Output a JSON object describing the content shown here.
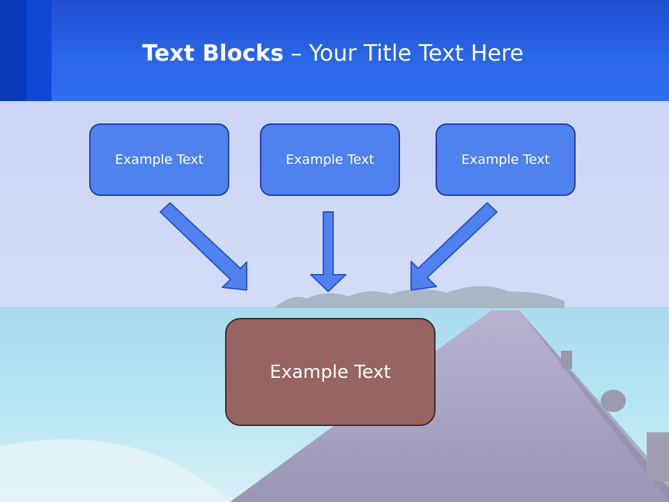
{
  "title": {
    "bold": "Text Blocks",
    "dash": " – ",
    "rest": "Your Title Text Here"
  },
  "blocks": [
    {
      "label": "Example Text"
    },
    {
      "label": "Example Text"
    },
    {
      "label": "Example Text"
    }
  ],
  "result": {
    "label": "Example Text"
  },
  "colors": {
    "header": "#2a67e8",
    "block_fill": "#4f82ef",
    "block_border": "#1a3fa8",
    "result_fill": "#986461",
    "arrow_fill": "#4f82ef",
    "arrow_stroke": "#2a55c8"
  }
}
